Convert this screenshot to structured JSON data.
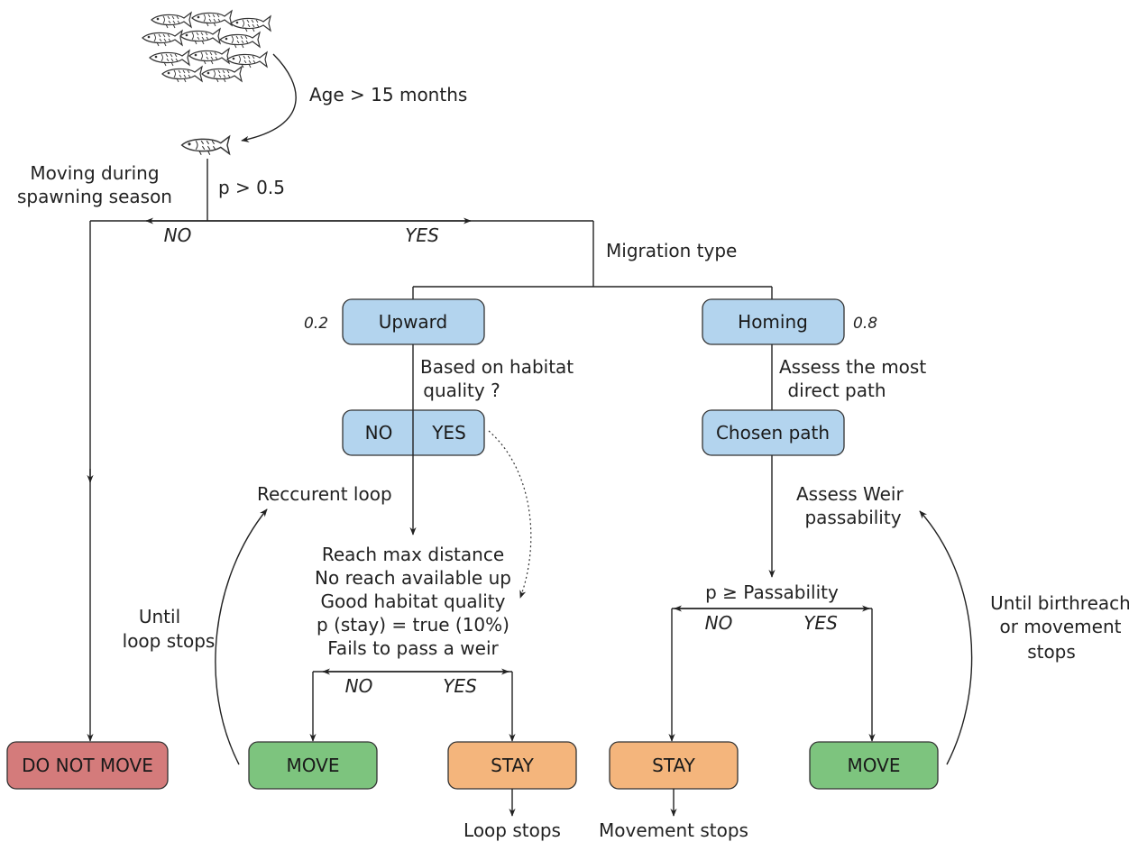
{
  "fish_school": {
    "icon": "fish-school-icon"
  },
  "single_fish": {
    "icon": "fish-icon"
  },
  "labels": {
    "age": "Age > 15 months",
    "moving_line1": "Moving during",
    "moving_line2": "spawning season",
    "p_half": "p > 0.5",
    "no_top": "NO",
    "yes_top": "YES",
    "migration_type": "Migration type",
    "prob_upward": "0.2",
    "prob_homing": "0.8",
    "habitat_q_line1": "Based on habitat",
    "habitat_q_line2": "quality ?",
    "assess_path_line1": "Assess the most",
    "assess_path_line2": "direct path",
    "recurrent_loop": "Reccurent loop",
    "until_loop_line1": "Until",
    "until_loop_line2": "loop stops",
    "conditions": [
      "Reach max distance",
      "No reach available up",
      "Good habitat quality",
      "p (stay) = true (10%)",
      "Fails to pass a weir"
    ],
    "no_left": "NO",
    "yes_left": "YES",
    "assess_weir_line1": "Assess Weir",
    "assess_weir_line2": "passability",
    "passability": "p ≥ Passability",
    "no_right": "NO",
    "yes_right": "YES",
    "until_birth_line1": "Until birthreach",
    "until_birth_line2": "or movement",
    "until_birth_line3": "stops",
    "loop_stops": "Loop stops",
    "movement_stops": "Movement stops"
  },
  "boxes": {
    "upward": "Upward",
    "homing": "Homing",
    "no": "NO",
    "yes": "YES",
    "chosen_path": "Chosen path",
    "do_not_move": "DO NOT MOVE",
    "move_left": "MOVE",
    "stay_left": "STAY",
    "stay_right": "STAY",
    "move_right": "MOVE"
  },
  "colors": {
    "blue": "#b3d4ee",
    "red": "#d47b7b",
    "green": "#7dc47e",
    "orange": "#f4b57c",
    "border": "#333333",
    "text": "#222222"
  }
}
